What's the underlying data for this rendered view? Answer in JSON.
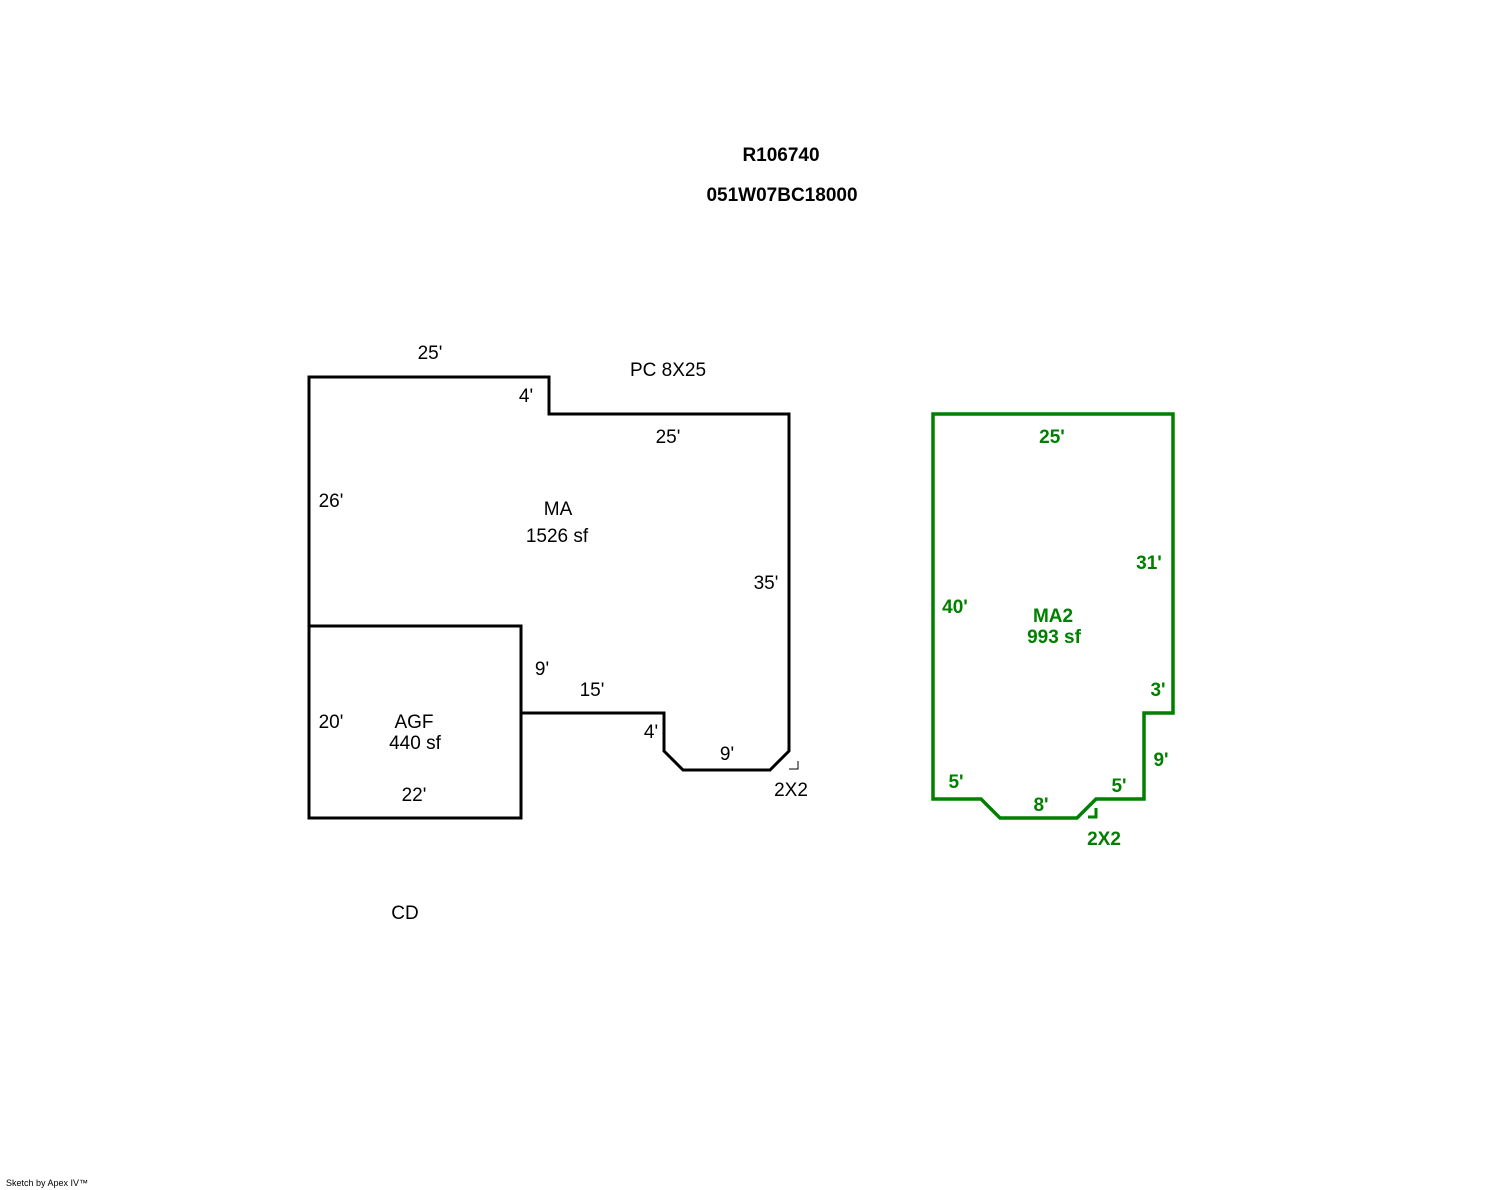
{
  "header": {
    "account_id": "R106740",
    "map_tax_lot": "051W07BC18000"
  },
  "colors": {
    "main_outline": "#000000",
    "secondary_outline": "#008000"
  },
  "areas": {
    "ma": {
      "name": "MA",
      "area": "1526 sf",
      "dims": {
        "top": "25'",
        "step": "4'",
        "top_right": "25'",
        "left": "26'",
        "right": "35'",
        "inner_v": "9'",
        "inner_h": "15'",
        "notch": "4'",
        "bottom": "9'",
        "corner": "2X2"
      }
    },
    "agf": {
      "name": "AGF",
      "area": "440 sf",
      "dims": {
        "left": "20'",
        "bottom": "22'"
      }
    },
    "ma2": {
      "name": "MA2",
      "area": "993 sf",
      "dims": {
        "top": "25'",
        "left": "40'",
        "right": "31'",
        "step": "3'",
        "right_lower": "9'",
        "bottom_left": "5'",
        "bottom": "8'",
        "bottom_right": "5'",
        "corner": "2X2"
      }
    }
  },
  "labels": {
    "porch": "PC 8X25",
    "cd": "CD"
  },
  "footer": "Sketch by Apex IV™"
}
